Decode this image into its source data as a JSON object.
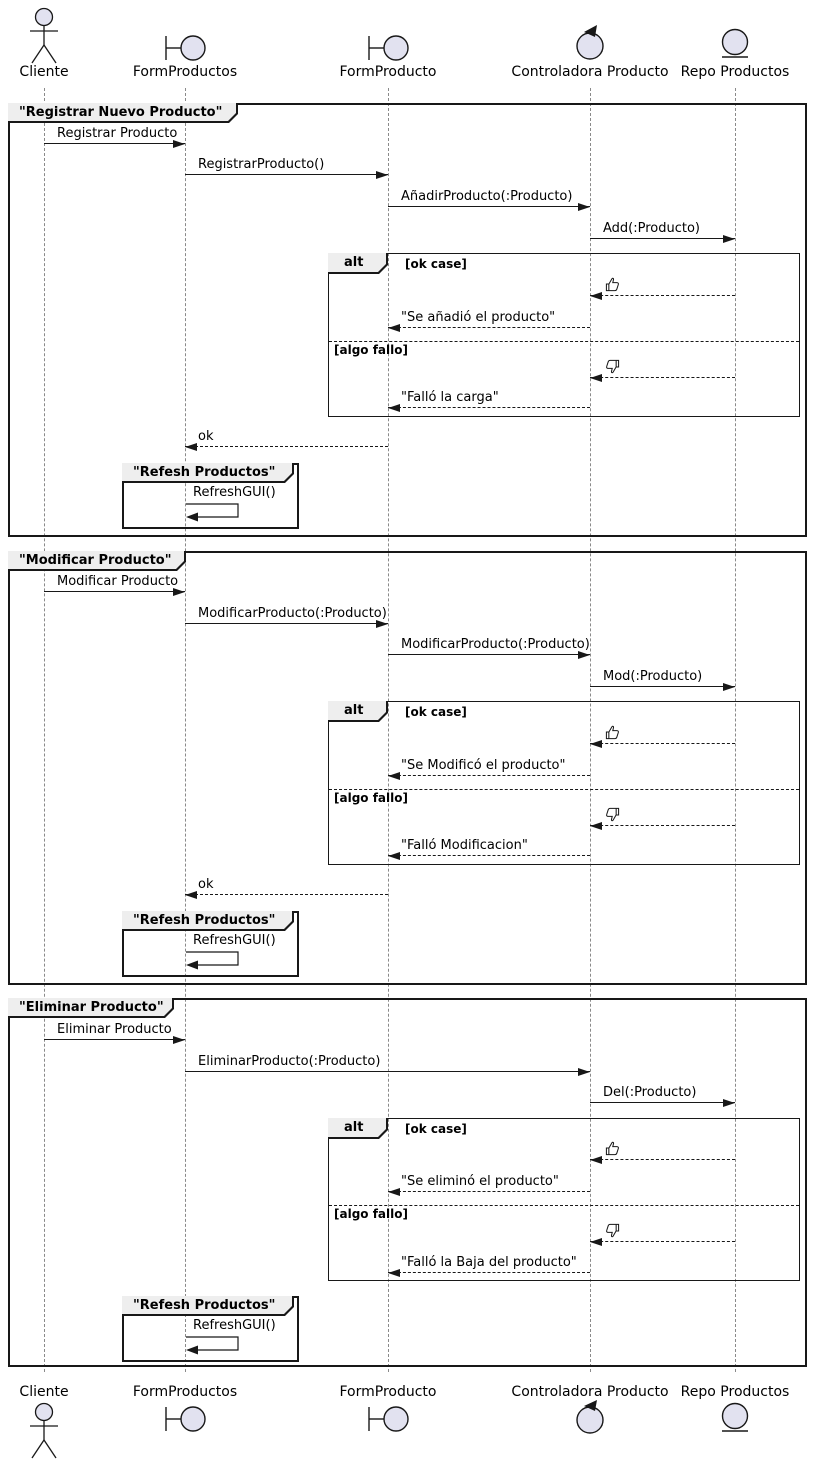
{
  "diagram": {
    "kind": "uml-sequence-diagram"
  },
  "colors": {
    "shape_fill": "#E2E2F0",
    "header_fill": "#EEEEEE",
    "line": "#181818",
    "lifeline": "#8A8A8A"
  },
  "participants": [
    {
      "name": "Cliente",
      "icon": "actor-icon"
    },
    {
      "name": "FormProductos",
      "icon": "boundary-icon"
    },
    {
      "name": "FormProducto",
      "icon": "boundary-icon"
    },
    {
      "name": "Controladora Producto",
      "icon": "control-icon"
    },
    {
      "name": "Repo Productos",
      "icon": "entity-icon"
    }
  ],
  "alt_labels": {
    "operator": "alt",
    "ok_guard": "[ok case]",
    "fail_guard": "[algo fallo]"
  },
  "frames": [
    {
      "title": "\"Registrar Nuevo Producto\"",
      "messages": {
        "m1": "Registrar Producto",
        "m2": "RegistrarProducto()",
        "m3": "AñadirProducto(:Producto)",
        "m4": "Add(:Producto)",
        "ok_result": "\"Se añadió el producto\"",
        "fail_result": "\"Falló la carga\"",
        "reply": "ok"
      },
      "inner": {
        "title": "\"Refesh Productos\"",
        "message": "RefreshGUI()"
      }
    },
    {
      "title": "\"Modificar Producto\"",
      "messages": {
        "m1": "Modificar Producto",
        "m2": "ModificarProducto(:Producto)",
        "m3": "ModificarProducto(:Producto)",
        "m4": "Mod(:Producto)",
        "ok_result": "\"Se Modificó el producto\"",
        "fail_result": "\"Falló Modificacion\"",
        "reply": "ok"
      },
      "inner": {
        "title": "\"Refesh Productos\"",
        "message": "RefreshGUI()"
      }
    },
    {
      "title": "\"Eliminar Producto\"",
      "messages": {
        "m1": "Eliminar Producto",
        "m2": "EliminarProducto(:Producto)",
        "m3": "Del(:Producto)",
        "ok_result": "\"Se eliminó el producto\"",
        "fail_result": "\"Falló la Baja del producto\""
      },
      "inner": {
        "title": "\"Refesh Productos\"",
        "message": "RefreshGUI()"
      }
    }
  ]
}
